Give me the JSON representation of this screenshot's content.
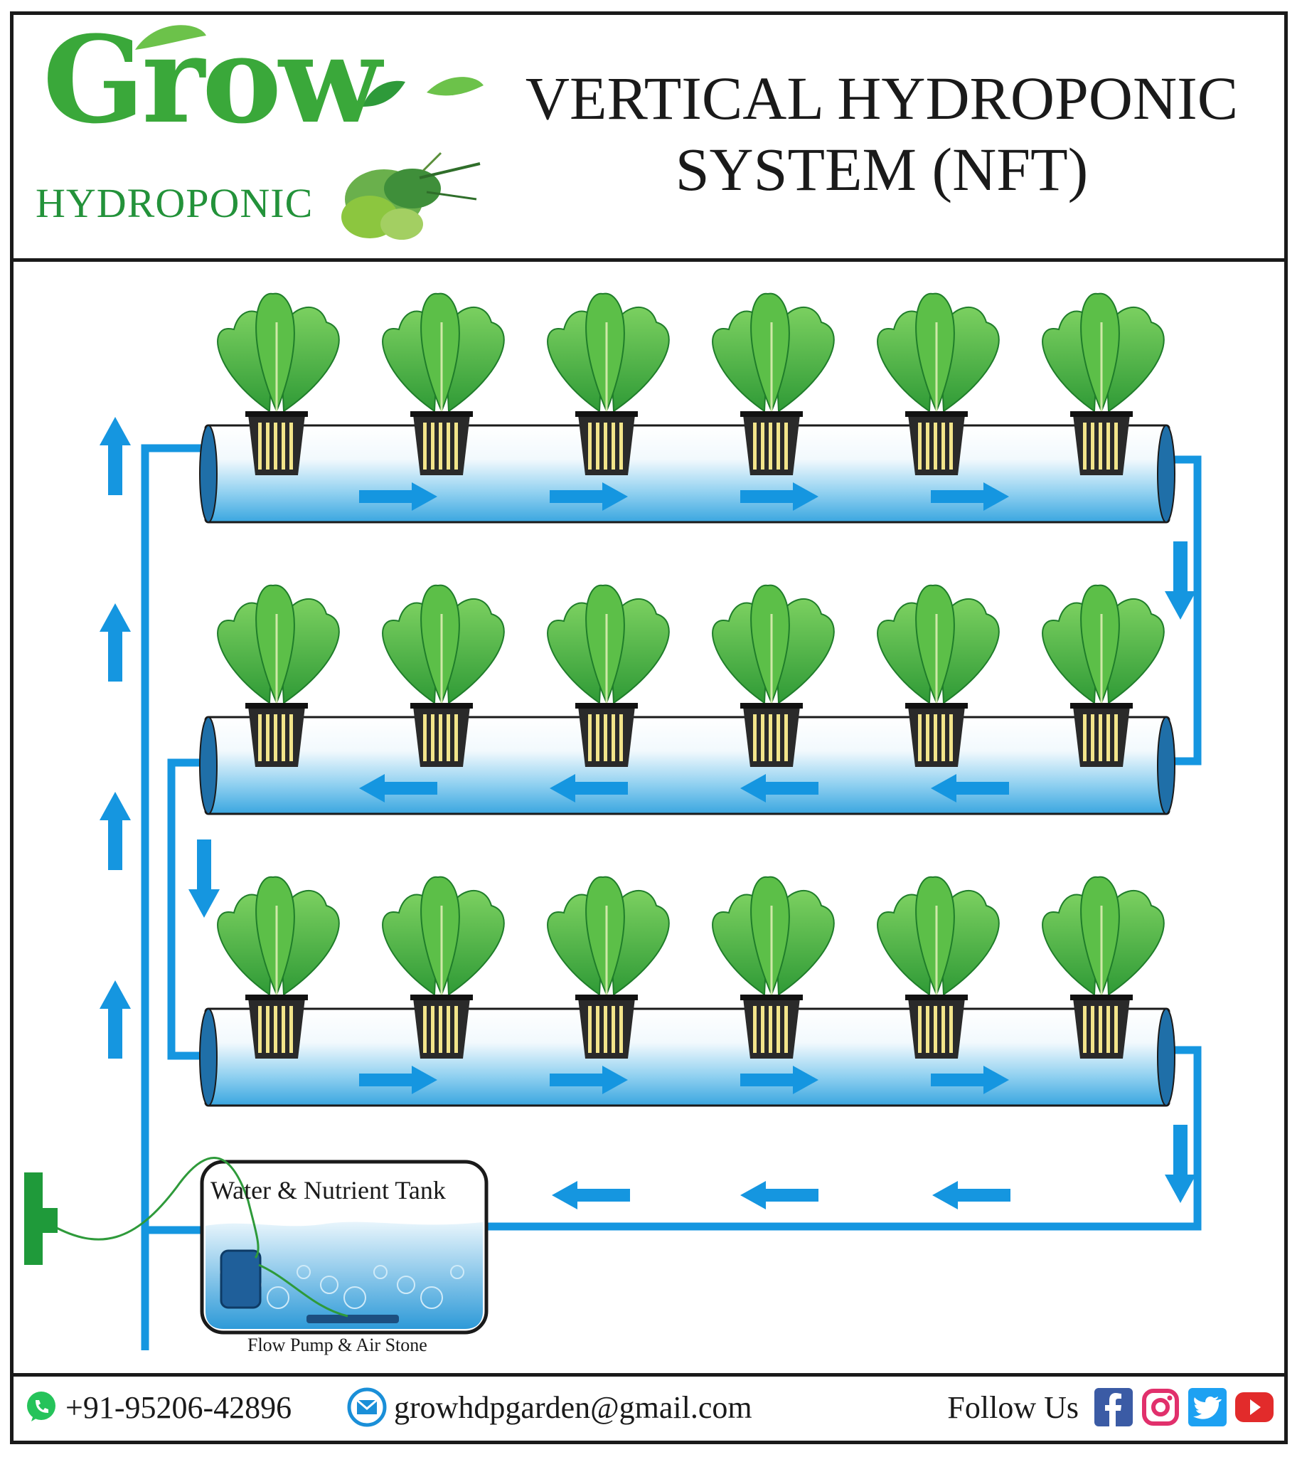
{
  "brand": {
    "wordmark": "Grow",
    "subtitle": "HYDROPONIC"
  },
  "title": {
    "line1": "VERTICAL HYDROPONIC",
    "line2": "SYSTEM (NFT)"
  },
  "diagram": {
    "tank_label": "Water & Nutrient Tank",
    "pump_label": "Flow Pump & Air Stone",
    "rows": 3,
    "plants_per_row": 6,
    "flow_directions": [
      "right",
      "left",
      "right"
    ],
    "colors": {
      "pipe": "#1596e0",
      "water": "#6ec3ec",
      "leaf": "#3aa83a",
      "leaf_dark": "#1f7d2a"
    }
  },
  "footer": {
    "phone": "+91-95206-42896",
    "email": "growhdpgarden@gmail.com",
    "follow": "Follow Us",
    "icons": [
      "whatsapp-icon",
      "email-icon",
      "facebook-icon",
      "instagram-icon",
      "twitter-icon",
      "youtube-icon"
    ]
  }
}
